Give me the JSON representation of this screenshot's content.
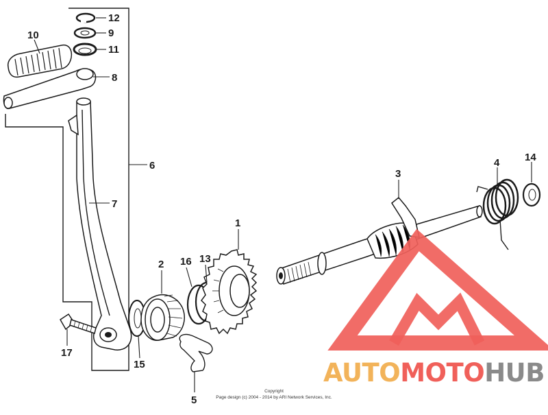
{
  "callouts": {
    "c1": "1",
    "c2": "2",
    "c3": "3",
    "c4": "4",
    "c5": "5",
    "c6": "6",
    "c7": "7",
    "c8": "8",
    "c9": "9",
    "c10": "10",
    "c11": "11",
    "c12": "12",
    "c13": "13",
    "c14": "14",
    "c15": "15",
    "c16": "16",
    "c17": "17"
  },
  "copyright": {
    "line1": "Copyright",
    "line2": "Page design (c) 2004 - 2014 by ARI Network Services, Inc."
  },
  "watermark": {
    "part1": "AUTO",
    "part2": "MOTO",
    "part3": "HUB",
    "color_orange": "#f2b35a",
    "color_red": "#f0605a",
    "color_gray": "#8a8a8a"
  }
}
